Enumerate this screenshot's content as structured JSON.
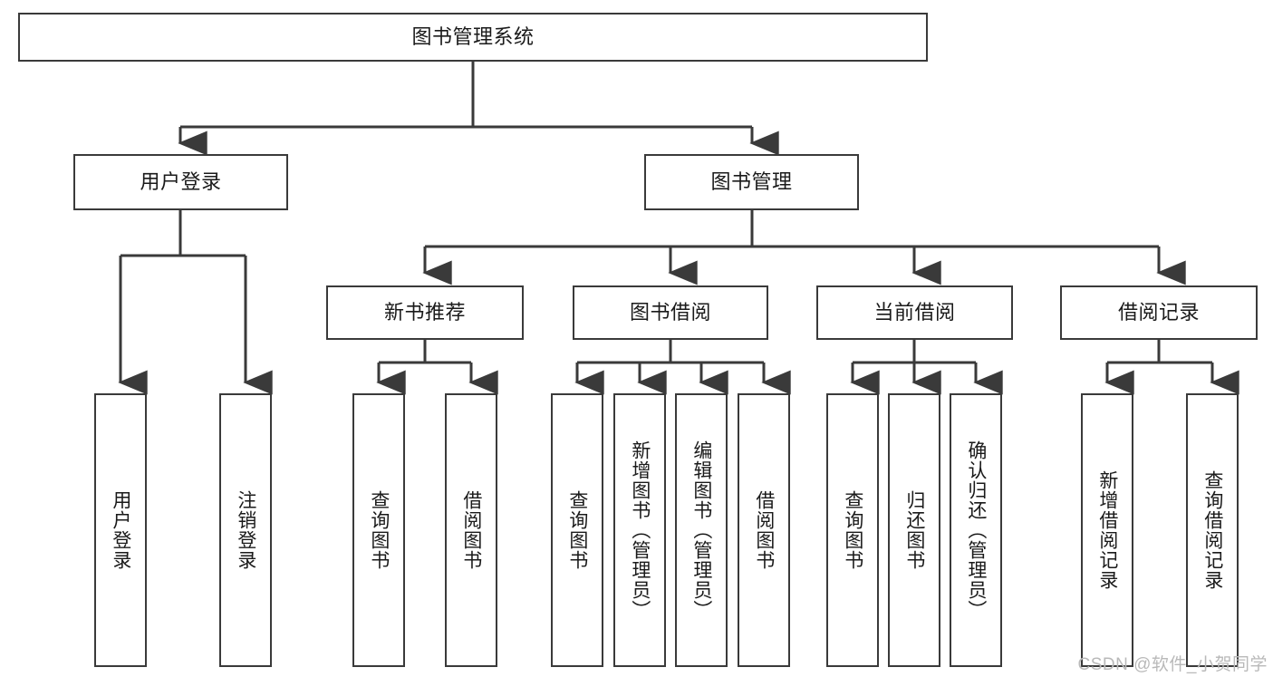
{
  "diagram": {
    "title": "图书管理系统",
    "type": "tree-hierarchy",
    "root": {
      "id": "root",
      "label": "图书管理系统"
    },
    "level2": [
      {
        "id": "user-login",
        "label": "用户登录"
      },
      {
        "id": "book-management",
        "label": "图书管理"
      }
    ],
    "level3": [
      {
        "id": "new-book-recommend",
        "label": "新书推荐"
      },
      {
        "id": "book-borrow",
        "label": "图书借阅"
      },
      {
        "id": "current-borrow",
        "label": "当前借阅"
      },
      {
        "id": "borrow-record",
        "label": "借阅记录"
      }
    ],
    "leaves": {
      "user_login": [
        {
          "id": "leaf-user-login",
          "label": "用户登录"
        },
        {
          "id": "leaf-logout-login",
          "label": "注销登录"
        }
      ],
      "new_book_recommend": [
        {
          "id": "leaf-query-book-1",
          "label": "查询图书"
        },
        {
          "id": "leaf-borrow-book-1",
          "label": "借阅图书"
        }
      ],
      "book_borrow": [
        {
          "id": "leaf-query-book-2",
          "label": "查询图书"
        },
        {
          "id": "leaf-add-book",
          "label": "新增图书（管理员）"
        },
        {
          "id": "leaf-edit-book",
          "label": "编辑图书（管理员）"
        },
        {
          "id": "leaf-borrow-book-2",
          "label": "借阅图书"
        }
      ],
      "current_borrow": [
        {
          "id": "leaf-query-book-3",
          "label": "查询图书"
        },
        {
          "id": "leaf-return-book",
          "label": "归还图书"
        },
        {
          "id": "leaf-confirm-return",
          "label": "确认归还（管理员）"
        }
      ],
      "borrow_record": [
        {
          "id": "leaf-add-record",
          "label": "新增借阅记录"
        },
        {
          "id": "leaf-query-record",
          "label": "查询借阅记录"
        }
      ]
    }
  },
  "watermark": {
    "text": "CSDN @软件_小贺同学"
  },
  "colors": {
    "stroke": "#3a3a3a",
    "background": "#ffffff",
    "text": "#1a1a1a",
    "watermark": "#b9b9b9"
  }
}
